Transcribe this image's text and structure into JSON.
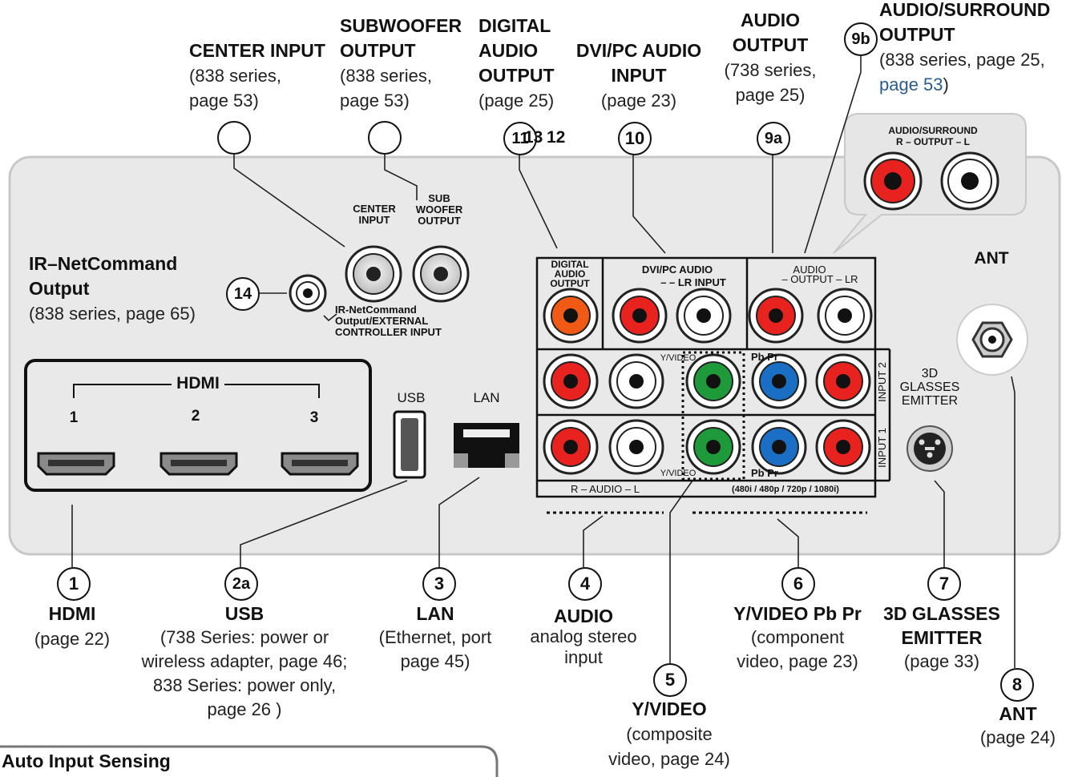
{
  "labels": {
    "center_input": {
      "title": "CENTER INPUT",
      "sub1": "(838 series,",
      "sub2": "page 53)"
    },
    "subwoofer": {
      "title1": "SUBWOOFER",
      "title2": "OUTPUT",
      "sub1": "(838 series,",
      "sub2": "page 53)"
    },
    "digital_audio": {
      "title1": "DIGITAL",
      "title2": "AUDIO",
      "title3": "OUTPUT",
      "sub": "(page 25)"
    },
    "dvi_pc": {
      "title1": "DVI/PC AUDIO",
      "title2": "INPUT",
      "sub": "(page 23)"
    },
    "audio_output": {
      "title1": "AUDIO",
      "title2": "OUTPUT",
      "sub1": "(738 series,",
      "sub2": "page 25)"
    },
    "audio_surround": {
      "title1": "AUDIO/SURROUND",
      "title2": "OUTPUT",
      "sub1": "(838 series, page 25,",
      "sub2": "page 53",
      "sub2_end": ")"
    },
    "ir": {
      "title1": "IR–NetCommand",
      "title2": "Output",
      "sub": "(838 series, page 65)"
    },
    "hdmi": {
      "title": "HDMI",
      "sub": "(page 22)"
    },
    "usb": {
      "title": "USB",
      "sub1": "(738 Series: power or",
      "sub2": "wireless adapter, page 46;",
      "sub3": "838 Series:  power only,",
      "sub4": "page 26 )"
    },
    "lan": {
      "title": "LAN",
      "sub1": "(Ethernet, port",
      "sub2": "page 45)"
    },
    "audio_analog": {
      "title": "AUDIO",
      "sub1": "analog stereo",
      "sub2": "input"
    },
    "yvideo": {
      "title": "Y/VIDEO",
      "sub1": "(composite",
      "sub2": "video, page 24)"
    },
    "component": {
      "title": "Y/VIDEO Pb Pr",
      "sub1": "(component",
      "sub2": "video, page 23)"
    },
    "glasses": {
      "title1": "3D GLASSES",
      "title2": "EMITTER",
      "sub": "(page 33)"
    },
    "ant": {
      "title": "ANT",
      "sub": "(page 24)"
    }
  },
  "numbers": {
    "n1": "1",
    "n2a": "2a",
    "n3": "3",
    "n4": "4",
    "n5": "5",
    "n6": "6",
    "n7": "7",
    "n8": "8",
    "n9a": "9a",
    "n9b": "9b",
    "n10": "10",
    "n11": "11",
    "n12": "12",
    "n13": "13",
    "n14": "14"
  },
  "panel": {
    "center_input": "CENTER INPUT",
    "sub_woofer": "SUB WOOFER OUTPUT",
    "ir_port": "IR-NetCommand Output/EXTERNAL CONTROLLER INPUT",
    "hdmi_header": "HDMI",
    "hdmi_ports": [
      "1",
      "2",
      "3"
    ],
    "usb": "USB",
    "lan": "LAN",
    "digital_audio_output": "DIGITAL AUDIO OUTPUT",
    "dvi_pc_audio": "DVI/PC  AUDIO",
    "dvi_lr_input": "–          – LR INPUT",
    "audio_output_box_1": "AUDIO",
    "audio_output_box_2": "– OUTPUT – LR",
    "yvideo_top": "Y/VIDEO",
    "pbpr_top": "Pb Pr",
    "yvideo_bottom": "Y/VIDEO",
    "pbpr_bottom": "Pb Pr",
    "input2": "INPUT 2",
    "input1": "INPUT 1",
    "r_audio_l": "R – AUDIO – L",
    "resolutions": "(480i / 480p / 720p / 1080i)",
    "glasses": "3D GLASSES EMITTER",
    "ant": "ANT",
    "callout_title": "AUDIO/SURROUND",
    "callout_sub": "R –   OUTPUT – L"
  },
  "footer": {
    "title": "Auto Input Sensing"
  },
  "colors": {
    "red": "#e8231f",
    "white": "#ffffff",
    "green": "#1f9a3a",
    "blue": "#1a6fc4",
    "orange": "#f05a14",
    "panel": "#e9e9e9",
    "link": "#2a5d8c"
  }
}
